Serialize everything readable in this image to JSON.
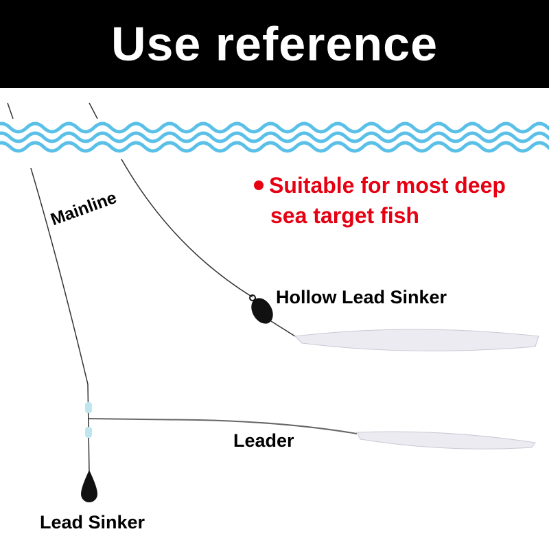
{
  "header": {
    "title": "Use reference"
  },
  "note": {
    "line1": "Suitable for most deep",
    "line2": "sea target fish"
  },
  "labels": {
    "mainline": "Mainline",
    "hollow_lead_sinker": "Hollow Lead Sinker",
    "leader": "Leader",
    "lead_sinker": "Lead Sinker"
  },
  "colors": {
    "water": "#5bc0e8",
    "note": "#e60012",
    "banner": "#000000"
  }
}
